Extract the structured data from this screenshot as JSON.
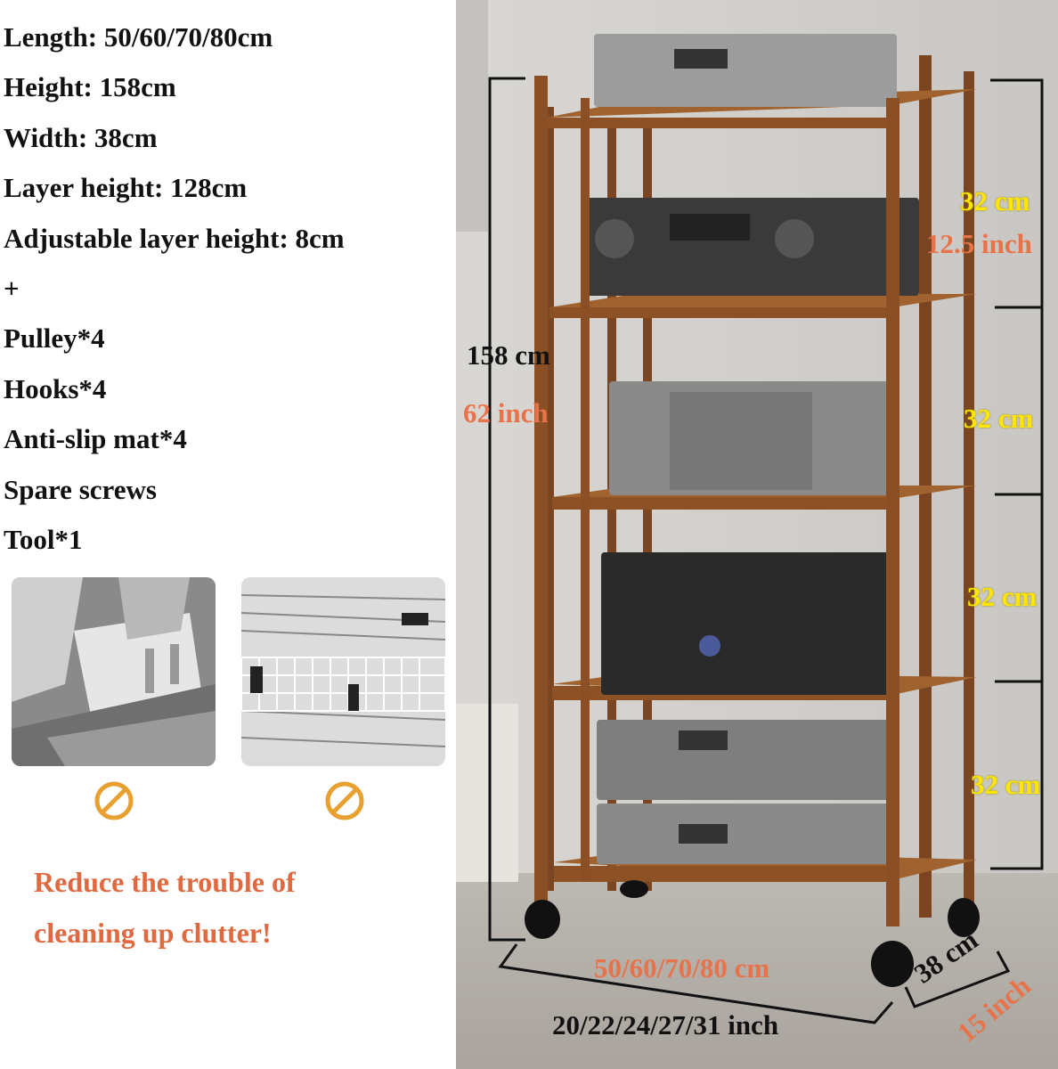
{
  "specs": [
    "Length: 50/60/70/80cm",
    "Height: 158cm",
    "Width: 38cm",
    "Layer height: 128cm",
    "Adjustable layer height: 8cm",
    "+",
    "Pulley*4",
    "Hooks*4",
    "Anti-slip mat*4",
    "Spare screws",
    "Tool*1"
  ],
  "clutter_images": [
    "cardboard-boxes-photo",
    "paper-stacks-photo"
  ],
  "prohibited_icon": "no-symbol-icon",
  "slogan": [
    "Reduce the trouble of",
    "cleaning up clutter!"
  ],
  "dimensions": {
    "height_cm": "158 cm",
    "height_inch": "62 inch",
    "layer_cm": "32 cm",
    "layer_inch": "12.5 inch",
    "layers": [
      "32 cm",
      "32 cm",
      "32 cm",
      "32 cm"
    ],
    "length_cm": "50/60/70/80 cm",
    "length_inch": "20/22/24/27/31 inch",
    "depth_cm": "38 cm",
    "depth_inch": "15 inch"
  },
  "colors": {
    "accent_orange": "#e8734a",
    "label_yellow": "#ffe600",
    "wood": "#8a4f24",
    "no_icon": "#e8a030"
  }
}
